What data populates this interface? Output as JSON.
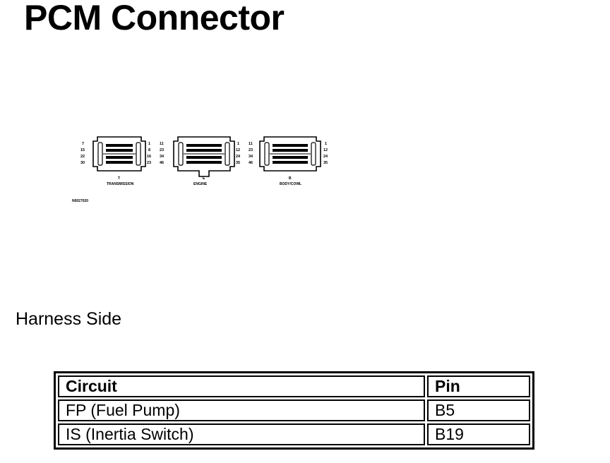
{
  "page": {
    "title": "PCM Connector",
    "section_label": "Harness Side"
  },
  "diagram": {
    "connectors": [
      {
        "letter": "T",
        "name": "TRANSMISSION",
        "left_pins": [
          "7",
          "15",
          "22",
          "30"
        ],
        "right_pins": [
          "1",
          "8",
          "16",
          "23"
        ]
      },
      {
        "letter": "E",
        "name": "ENGINE",
        "left_pins": [
          "11",
          "23",
          "34",
          "46"
        ],
        "right_pins": [
          "1",
          "12",
          "24",
          "35"
        ]
      },
      {
        "letter": "B",
        "name": "BODY/COWL",
        "left_pins": [
          "11",
          "23",
          "34",
          "46"
        ],
        "right_pins": [
          "1",
          "12",
          "24",
          "35"
        ]
      }
    ],
    "figure_id": "N0027020"
  },
  "table": {
    "headers": [
      "Circuit",
      "Pin"
    ],
    "rows": [
      [
        "FP (Fuel Pump)",
        "B5"
      ],
      [
        "IS (Inertia Switch)",
        "B19"
      ]
    ]
  }
}
